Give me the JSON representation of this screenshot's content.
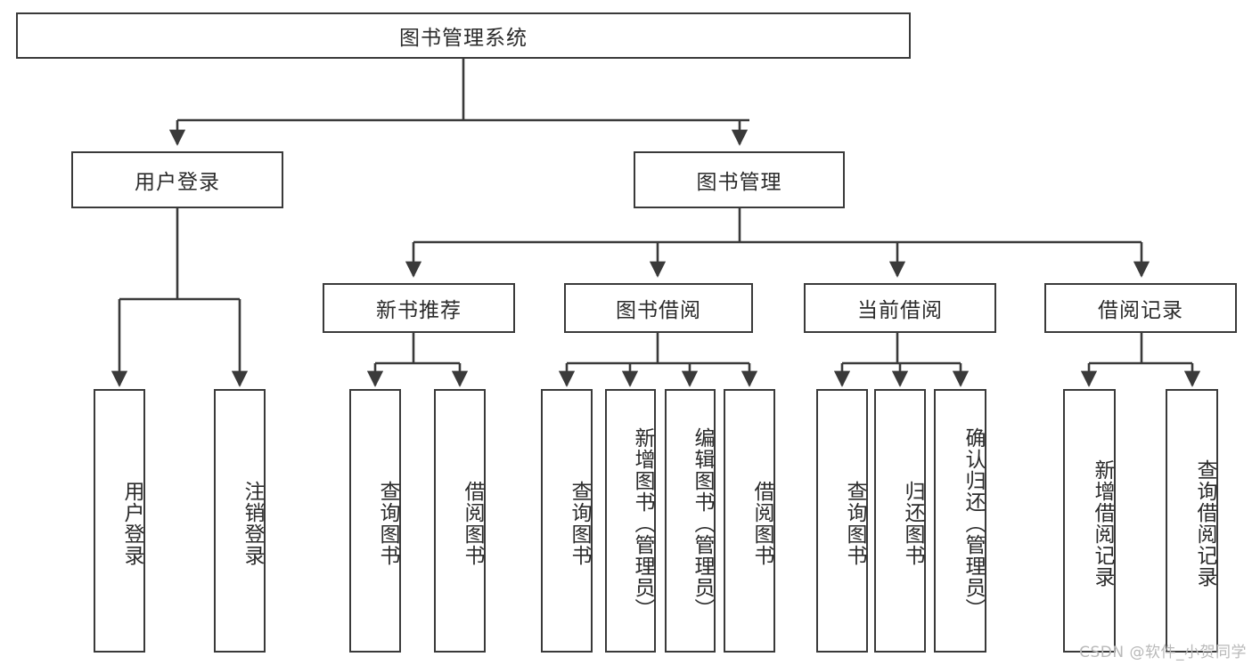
{
  "diagram": {
    "title_node": {
      "label": "图书管理系统"
    },
    "level2": [
      {
        "id": "user-login",
        "label": "用户登录"
      },
      {
        "id": "book-management",
        "label": "图书管理"
      }
    ],
    "level3": [
      {
        "id": "new-book-recommend",
        "label": "新书推荐"
      },
      {
        "id": "book-borrow",
        "label": "图书借阅"
      },
      {
        "id": "current-borrow",
        "label": "当前借阅"
      },
      {
        "id": "borrow-record",
        "label": "借阅记录"
      }
    ],
    "leaves": {
      "user_login": [
        {
          "id": "leaf-user-login",
          "label": "用户登录"
        },
        {
          "id": "leaf-logout-login",
          "label": "注销登录"
        }
      ],
      "new_book_recommend": [
        {
          "id": "leaf-query-book-1",
          "label": "查询图书"
        },
        {
          "id": "leaf-borrow-book-1",
          "label": "借阅图书"
        }
      ],
      "book_borrow": [
        {
          "id": "leaf-query-book-2",
          "label": "查询图书"
        },
        {
          "id": "leaf-add-book",
          "label": "新增图书（管理员）"
        },
        {
          "id": "leaf-edit-book",
          "label": "编辑图书（管理员）"
        },
        {
          "id": "leaf-borrow-book-2",
          "label": "借阅图书"
        }
      ],
      "current_borrow": [
        {
          "id": "leaf-query-book-3",
          "label": "查询图书"
        },
        {
          "id": "leaf-return-book",
          "label": "归还图书"
        },
        {
          "id": "leaf-confirm-return",
          "label": "确认归还（管理员）"
        }
      ],
      "borrow_record": [
        {
          "id": "leaf-add-record",
          "label": "新增借阅记录"
        },
        {
          "id": "leaf-query-record",
          "label": "查询借阅记录"
        }
      ]
    }
  },
  "watermark": {
    "text": "CSDN @软件_小贺同学"
  },
  "colors": {
    "border": "#3a3a3a",
    "text": "#2b2b2b",
    "background": "#ffffff",
    "watermark": "#b9b9b9"
  }
}
